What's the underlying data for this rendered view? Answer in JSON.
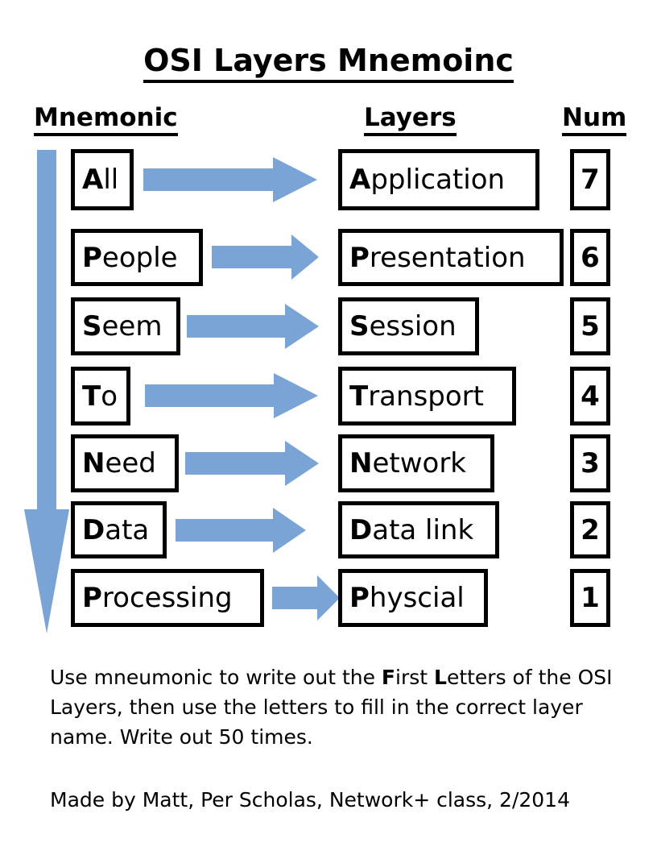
{
  "title": "OSI Layers Mnemoinc",
  "headers": {
    "mnemonic": "Mnemonic",
    "layers": "Layers",
    "num": "Num"
  },
  "colors": {
    "arrow_blue": "#7BA4D6",
    "box_border": "#000000",
    "background": "#FFFFFF",
    "text": "#000000"
  },
  "rows": [
    {
      "mnemonic_initial": "A",
      "mnemonic_rest": "ll",
      "layer_initial": "A",
      "layer_rest": "pplication",
      "num": "7"
    },
    {
      "mnemonic_initial": "P",
      "mnemonic_rest": "eople",
      "layer_initial": "P",
      "layer_rest": "resentation",
      "num": "6"
    },
    {
      "mnemonic_initial": "S",
      "mnemonic_rest": "eem",
      "layer_initial": "S",
      "layer_rest": "ession",
      "num": "5"
    },
    {
      "mnemonic_initial": "T",
      "mnemonic_rest": "o",
      "layer_initial": "T",
      "layer_rest": "ransport",
      "num": "4"
    },
    {
      "mnemonic_initial": "N",
      "mnemonic_rest": "eed",
      "layer_initial": "N",
      "layer_rest": "etwork",
      "num": "3"
    },
    {
      "mnemonic_initial": "D",
      "mnemonic_rest": "ata",
      "layer_initial": "D",
      "layer_rest": "ata link",
      "num": "2"
    },
    {
      "mnemonic_initial": "P",
      "mnemonic_rest": "rocessing",
      "layer_initial": "P",
      "layer_rest": "hyscial",
      "num": "1"
    }
  ],
  "note": {
    "part1": "Use mneumonic to write out the ",
    "bold1": "F",
    "part2": "irst ",
    "bold2": "L",
    "part3": "etters of the OSI Layers, then use the letters to fill in the correct layer name.  Write out 50 times."
  },
  "credit": "Made by Matt, Per Scholas, Network+ class, 2/2014",
  "icons": {
    "down-arrow": "down-arrow-icon",
    "right-arrow": "right-arrow-icon"
  }
}
